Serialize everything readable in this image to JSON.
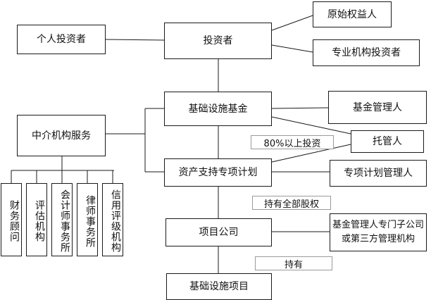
{
  "nodes": {
    "original_owner": "原始权益人",
    "individual_investor": "个人投资者",
    "investor": "投资者",
    "professional_investor": "专业机构投资者",
    "infra_fund": "基础设施基金",
    "fund_manager": "基金管理人",
    "intermediary": "中介机构服务",
    "custodian": "托管人",
    "abs_plan": "资产支持专项计划",
    "plan_manager": "专项计划管理人",
    "project_company": "项目公司",
    "company_manager": "基金管理人专门子公司\n或第三方管理机构",
    "infra_project": "基础设施项目"
  },
  "tags": {
    "invest_80": "80%以上投资",
    "hold_all_equity": "持有全部股权",
    "hold": "持有"
  },
  "intermediaries": [
    "财务顾问",
    "评估机构",
    "会计师事务所",
    "律师事务所",
    "信用评级机构"
  ]
}
